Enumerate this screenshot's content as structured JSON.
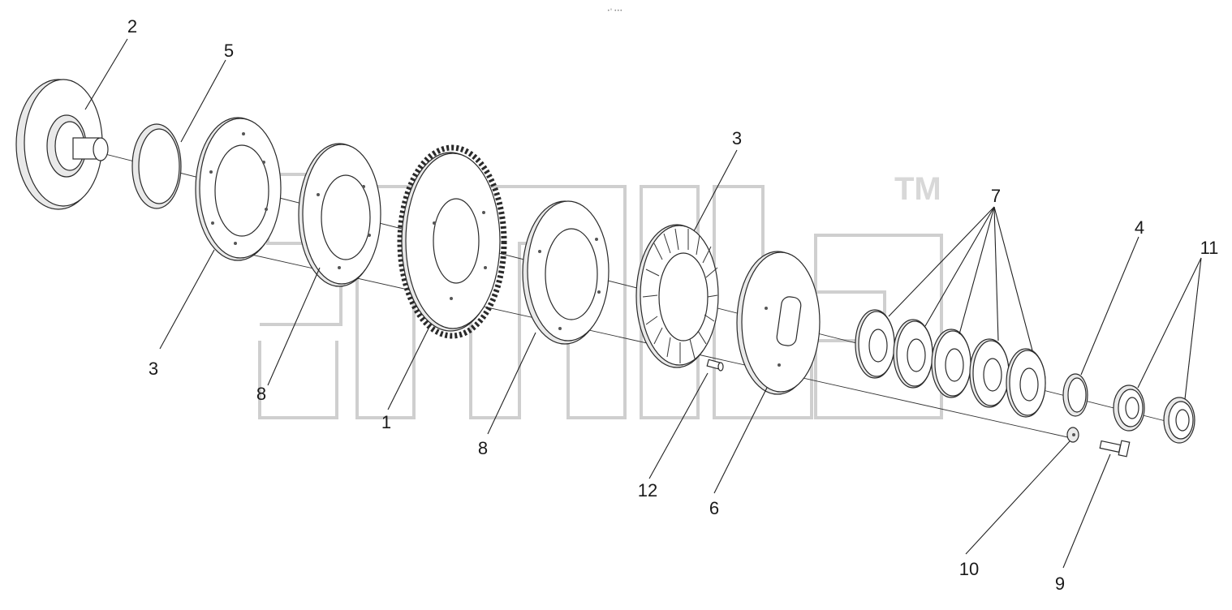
{
  "diagram": {
    "header_text": "•° •••",
    "watermark_mark": "TM",
    "callouts": [
      {
        "id": "c2",
        "label": "2"
      },
      {
        "id": "c5",
        "label": "5"
      },
      {
        "id": "c3a",
        "label": "3"
      },
      {
        "id": "c8a",
        "label": "8"
      },
      {
        "id": "c1",
        "label": "1"
      },
      {
        "id": "c8b",
        "label": "8"
      },
      {
        "id": "c3b",
        "label": "3"
      },
      {
        "id": "c12",
        "label": "12"
      },
      {
        "id": "c6",
        "label": "6"
      },
      {
        "id": "c7",
        "label": "7"
      },
      {
        "id": "c4",
        "label": "4"
      },
      {
        "id": "c11",
        "label": "11"
      },
      {
        "id": "c10",
        "label": "10"
      },
      {
        "id": "c9",
        "label": "9"
      }
    ]
  }
}
